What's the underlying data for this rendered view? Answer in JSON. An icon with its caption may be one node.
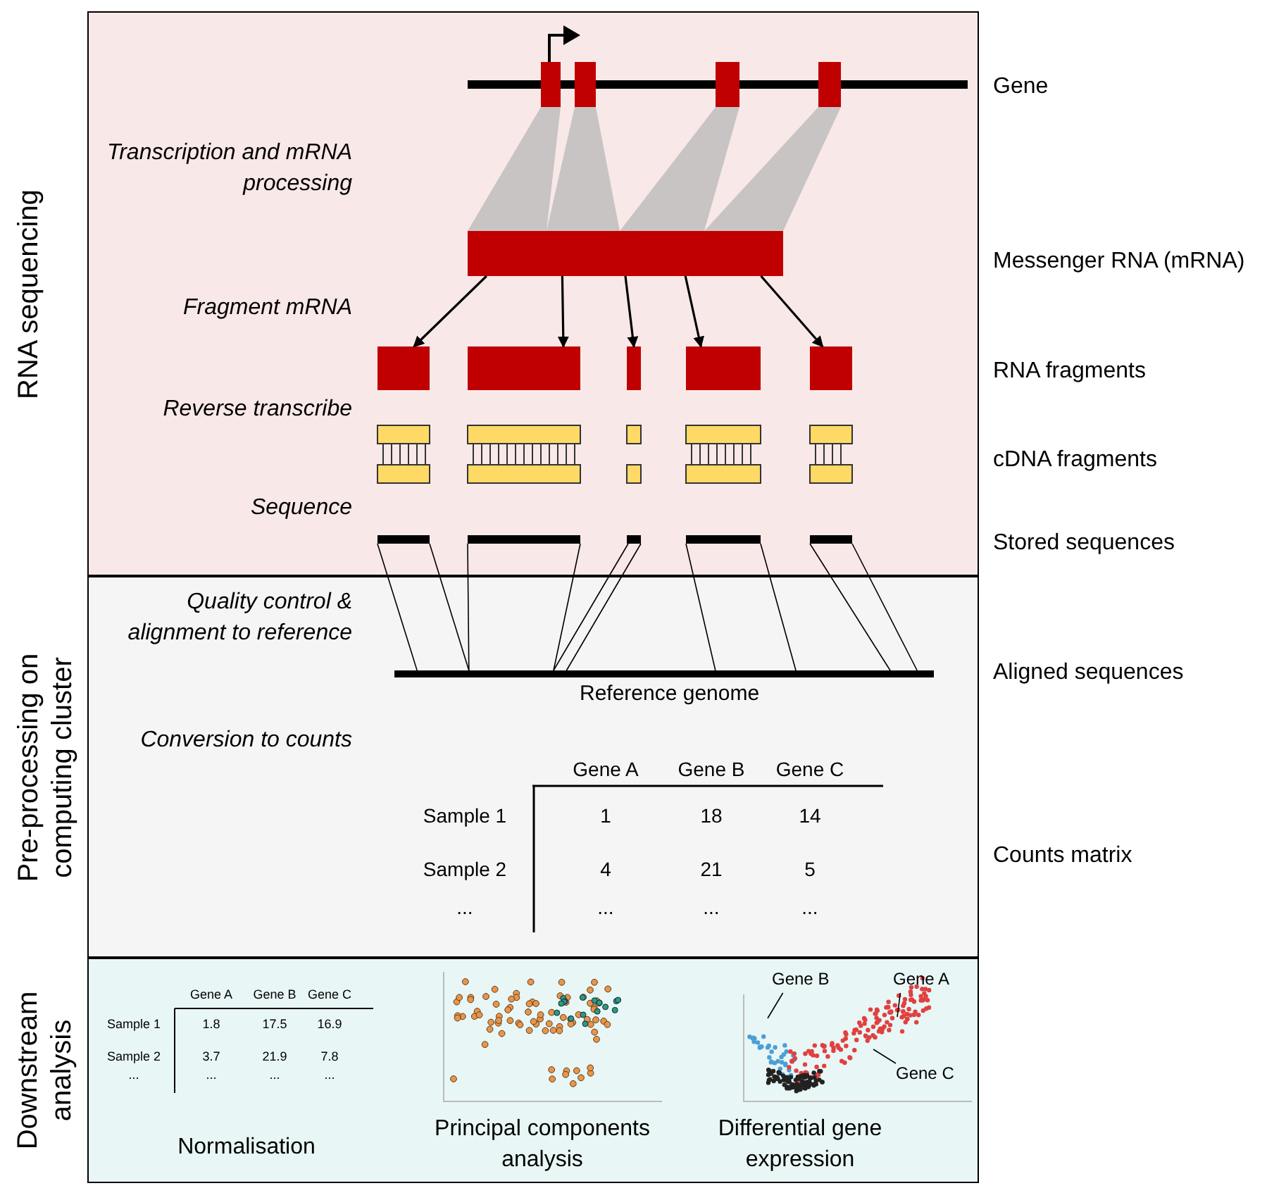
{
  "diagram": {
    "nodes": [
      {
        "text": [
          "RNA sequencing"
        ]
      },
      {
        "text": [],
        "shape": "bar",
        "in": 0
      },
      {
        "text": [],
        "shape": "bar",
        "in": 0
      },
      {
        "text": [],
        "shape": "bar",
        "in": 0
      },
      {
        "text": [],
        "shape": "bar",
        "in": 0
      },
      {
        "text": [],
        "shape": "bar",
        "in": 0
      },
      {
        "text": [],
        "shape": "bar",
        "in": 0
      },
      {
        "text": [],
        "shape": "bar",
        "in": 0
      },
      {
        "text": [],
        "shape": "bar",
        "in": 0
      },
      {
        "text": [],
        "shape": "bar",
        "in": 0
      },
      {
        "text": [],
        "shape": "bar",
        "in": 0
      },
      {
        "text": [],
        "shape": "bar",
        "in": 0
      },
      {
        "text": [
          "Pre-processing on computing cluster"
        ]
      },
      {
        "text": [],
        "shape": "bar",
        "in": 12,
        "beside": [
          "Reference genome"
        ]
      },
      {
        "text": [
          "Downstream analysis"
        ]
      },
      {
        "text": [
          "Gene B"
        ],
        "in": 14
      },
      {
        "text": [
          "Gene A"
        ],
        "in": 14
      },
      {
        "text": [
          "Gene C"
        ],
        "in": 14
      }
    ],
    "edges": [
      {
        "from": 1,
        "to": 2,
        "arrow": "to"
      },
      {
        "from": 1,
        "to": 3,
        "arrow": "to"
      },
      {
        "from": 1,
        "to": 4,
        "arrow": "to"
      },
      {
        "from": 1,
        "to": 5,
        "arrow": "to"
      },
      {
        "from": 1,
        "to": 6,
        "arrow": "to"
      },
      {
        "from": 7,
        "to": 13,
        "arrow": "none"
      },
      {
        "from": 7,
        "to": 13,
        "arrow": "none"
      },
      {
        "from": 8,
        "to": 13,
        "arrow": "none"
      },
      {
        "from": 8,
        "to": 13,
        "arrow": "none"
      },
      {
        "from": 9,
        "to": 13,
        "arrow": "none"
      },
      {
        "from": 9,
        "to": 13,
        "arrow": "none"
      },
      {
        "from": 10,
        "to": 13,
        "arrow": "none"
      },
      {
        "from": 10,
        "to": 13,
        "arrow": "none"
      },
      {
        "from": 11,
        "to": 13,
        "arrow": "none"
      },
      {
        "from": 11,
        "to": 13,
        "arrow": "none"
      },
      {
        "from": 15,
        "to": null,
        "arrow": "none"
      },
      {
        "from": 16,
        "to": null,
        "arrow": "none"
      },
      {
        "from": 17,
        "to": null,
        "arrow": "none"
      }
    ],
    "labels": [
      "Gene",
      "Transcription and mRNA processing",
      "Messenger RNA (mRNA)",
      "Fragment mRNA",
      "RNA fragments",
      "Reverse transcribe",
      "cDNA fragments",
      "Sequence",
      "Stored sequences",
      "Quality control & alignment to reference",
      "Aligned sequences",
      "Conversion to counts",
      "Gene A",
      "Gene B",
      "Gene C",
      "Sample 1",
      "1",
      "18",
      "14",
      "Sample 2",
      "4",
      "21",
      "5",
      "...",
      "...",
      "...",
      "...",
      "Counts matrix",
      "Gene A",
      "Gene B",
      "Gene C",
      "Sample 1",
      "1.8",
      "17.5",
      "16.9",
      "Sample 2",
      "3.7",
      "21.9",
      "7.8",
      "...",
      "...",
      "...",
      "...",
      "Normalisation",
      "Principal components analysis",
      "Differential gene expression"
    ]
  }
}
